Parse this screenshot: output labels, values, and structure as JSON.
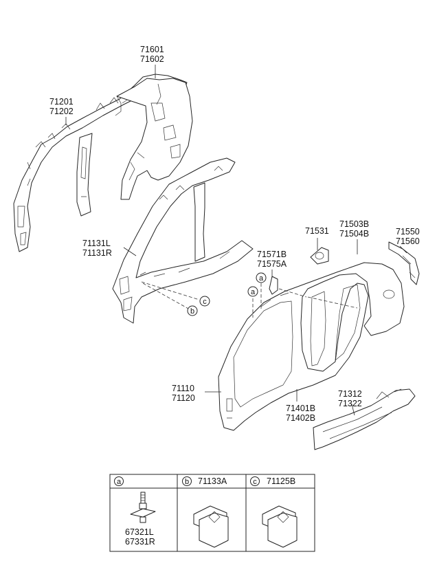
{
  "callouts": {
    "p71601": "71601",
    "p71602": "71602",
    "p71201": "71201",
    "p71202": "71202",
    "p71131l": "71131L",
    "p71131r": "71131R",
    "p71531": "71531",
    "p71503b": "71503B",
    "p71504b": "71504B",
    "p71550": "71550",
    "p71560": "71560",
    "p71571b": "71571B",
    "p71575a": "71575A",
    "p71110": "71110",
    "p71120": "71120",
    "p71401b": "71401B",
    "p71402b": "71402B",
    "p71312": "71312",
    "p71322": "71322"
  },
  "markers": {
    "a": "a",
    "b": "b",
    "c": "c"
  },
  "legend_table": {
    "col_a": {
      "marker": "a",
      "part_code": "",
      "parts": [
        "67321L",
        "67331R"
      ]
    },
    "col_b": {
      "marker": "b",
      "part_code": "71133A"
    },
    "col_c": {
      "marker": "c",
      "part_code": "71125B"
    }
  }
}
